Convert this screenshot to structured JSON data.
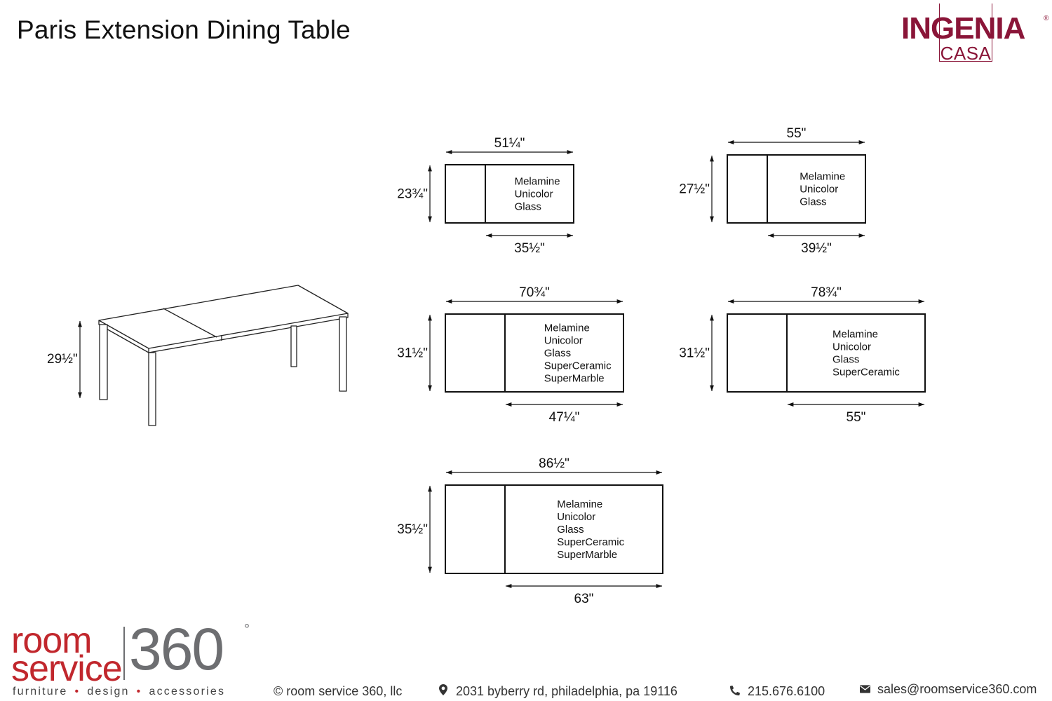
{
  "title": "Paris Extension Dining Table",
  "brand": {
    "name": "INGENIA",
    "sub": "CASA",
    "registered": "®",
    "color": "#8a1538"
  },
  "perspective": {
    "height_label": "29½\""
  },
  "configs": [
    {
      "top_label": "51¼\"",
      "left_label": "23¾\"",
      "bottom_label": "35½\"",
      "materials": [
        "Melamine",
        "Unicolor",
        "Glass"
      ]
    },
    {
      "top_label": "55\"",
      "left_label": "27½\"",
      "bottom_label": "39½\"",
      "materials": [
        "Melamine",
        "Unicolor",
        "Glass"
      ]
    },
    {
      "top_label": "70¾\"",
      "left_label": "31½\"",
      "bottom_label": "47¼\"",
      "materials": [
        "Melamine",
        "Unicolor",
        "Glass",
        "SuperCeramic",
        "SuperMarble"
      ]
    },
    {
      "top_label": "78¾\"",
      "left_label": "31½\"",
      "bottom_label": "55\"",
      "materials": [
        "Melamine",
        "Unicolor",
        "Glass",
        "SuperCeramic"
      ]
    },
    {
      "top_label": "86½\"",
      "left_label": "35½\"",
      "bottom_label": "63\"",
      "materials": [
        "Melamine",
        "Unicolor",
        "Glass",
        "SuperCeramic",
        "SuperMarble"
      ]
    }
  ],
  "footer": {
    "logo": {
      "room": "room",
      "service": "service",
      "number": "360",
      "degree": "°",
      "color": "#c1272d",
      "gray": "#6d6e71"
    },
    "tagline": [
      "furniture",
      "design",
      "accessories"
    ],
    "tagline_separator": "•",
    "copyright": "© room service 360, llc",
    "address": {
      "icon": "map-pin-icon",
      "text": "2031 byberry rd, philadelphia, pa 19116"
    },
    "phone": {
      "icon": "phone-icon",
      "text": "215.676.6100"
    },
    "email": {
      "icon": "envelope-icon",
      "text": "sales@roomservice360.com"
    }
  }
}
